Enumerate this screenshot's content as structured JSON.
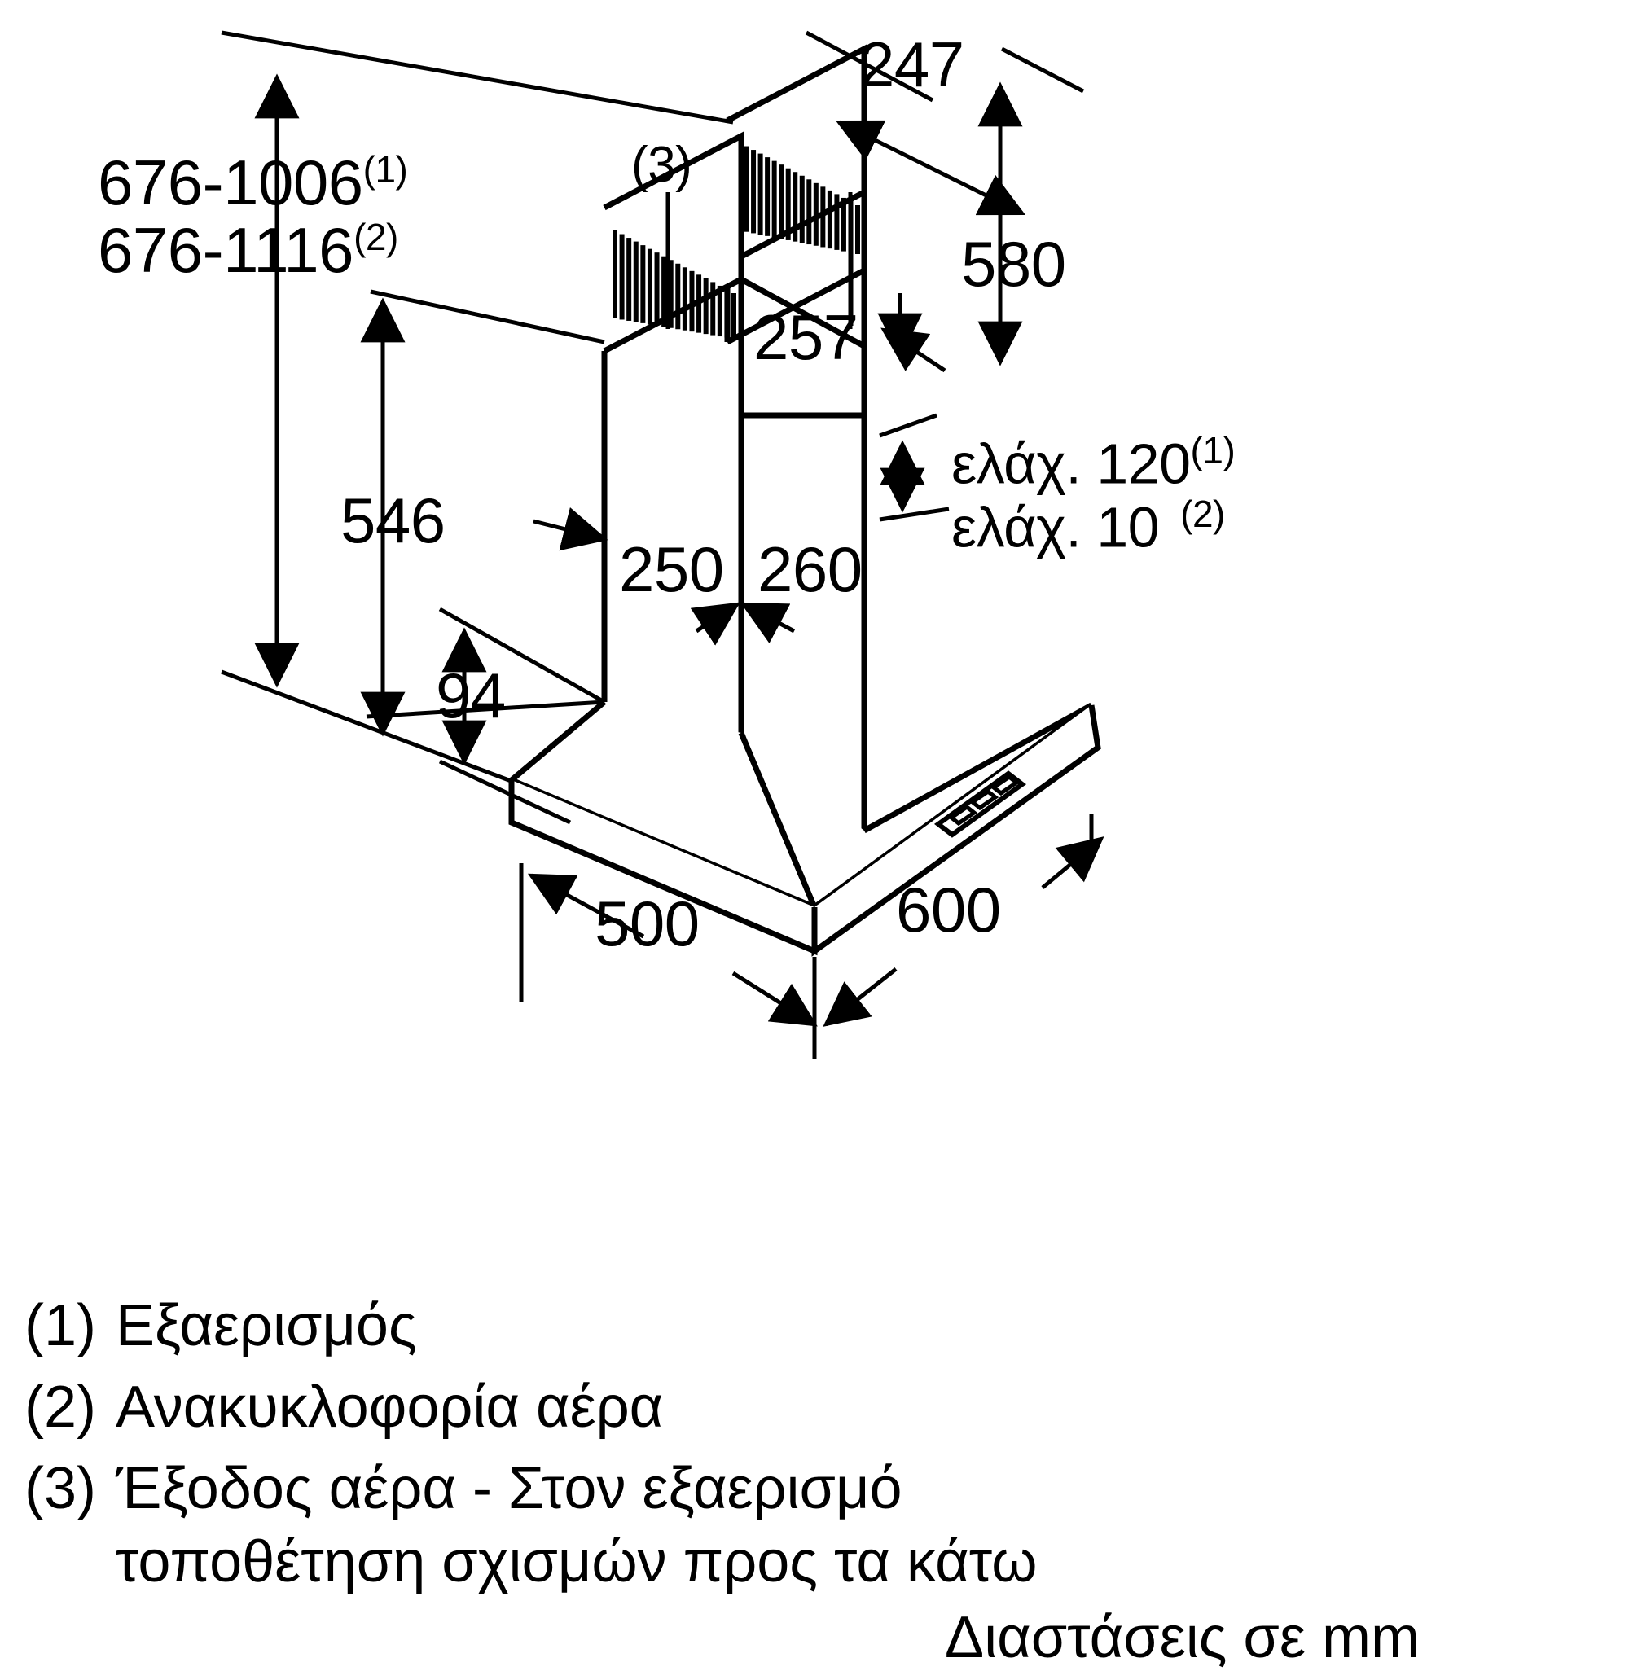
{
  "title": "Διαστάσεις απορροφητήρα καμινάδας",
  "drawing": {
    "type": "isometric-technical-dimension-drawing",
    "units_note": "Διαστάσεις σε mm",
    "product": "chimney cooker hood"
  },
  "dimensions": {
    "height_range_1": "676-1006",
    "height_range_1_ref": "(1)",
    "height_range_2": "676-1116",
    "height_range_2_ref": "(2)",
    "chimney_depth": "247",
    "chimney_total_height": "580",
    "chimney_lower_height": "257",
    "flue_height": "546",
    "canopy_height": "94",
    "body_depth": "250",
    "chimney_width": "260",
    "base_depth": "500",
    "base_width": "600",
    "min_clearance_1": "ελάχ. 120",
    "min_clearance_1_ref": "(1)",
    "min_clearance_2": "ελάχ. 10",
    "min_clearance_2_ref": "(2)",
    "outlet_marker": "(3)"
  },
  "legend": [
    {
      "index": "(1)",
      "text": "Εξαερισμός"
    },
    {
      "index": "(2)",
      "text": "Ανακυκλοφορία αέρα"
    },
    {
      "index": "(3)",
      "text": "Έξοδος αέρα - Στον εξαερισμό"
    },
    {
      "index": "",
      "text": "τοποθέτηση σχισμών προς τα κάτω"
    }
  ],
  "units_text": "Διαστάσεις σε mm",
  "colors": {
    "ink": "#000000",
    "paper": "#ffffff"
  }
}
